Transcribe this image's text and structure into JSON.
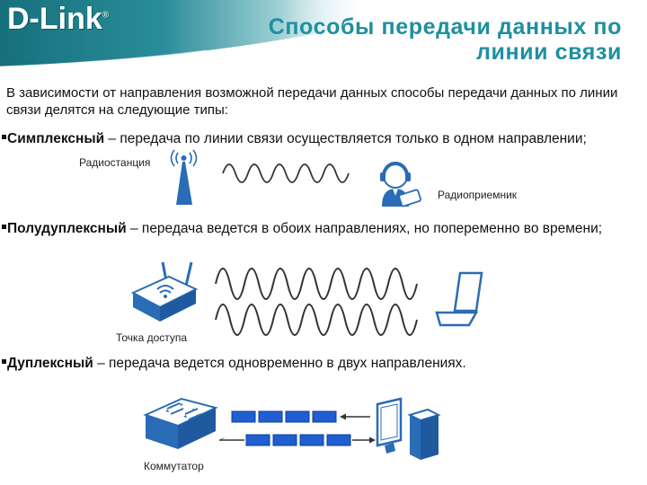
{
  "logo": {
    "text": "D-Link",
    "mark": "®"
  },
  "title": "Способы передачи данных по линии связи",
  "intro": "В зависимости от направления возможной передачи данных способы передачи данных по линии связи делятся на следующие типы:",
  "modes": [
    {
      "name": "Симплексный",
      "desc": " – передача по линии связи осуществляется только в одном направлении;"
    },
    {
      "name": "Полудуплексный",
      "desc": " – передача ведется в обоих направлениях, но попеременно во времени;"
    },
    {
      "name": "Дуплексный",
      "desc": " – передача ведется одновременно в двух направлениях."
    }
  ],
  "labels": {
    "radio_station": "Радиостанция",
    "radio_receiver": "Радиоприемник",
    "access_point": "Точка доступа",
    "switch": "Коммутатор"
  },
  "colors": {
    "header_teal": "#1e7f8c",
    "title_teal": "#1f8fa0",
    "device_blue": "#2a6cb5",
    "packet_blue": "#1f5fd0"
  },
  "icons": [
    "radio-tower-icon",
    "headset-operator-icon",
    "wireless-router-icon",
    "laptop-icon",
    "network-switch-icon",
    "desktop-computer-icon"
  ]
}
